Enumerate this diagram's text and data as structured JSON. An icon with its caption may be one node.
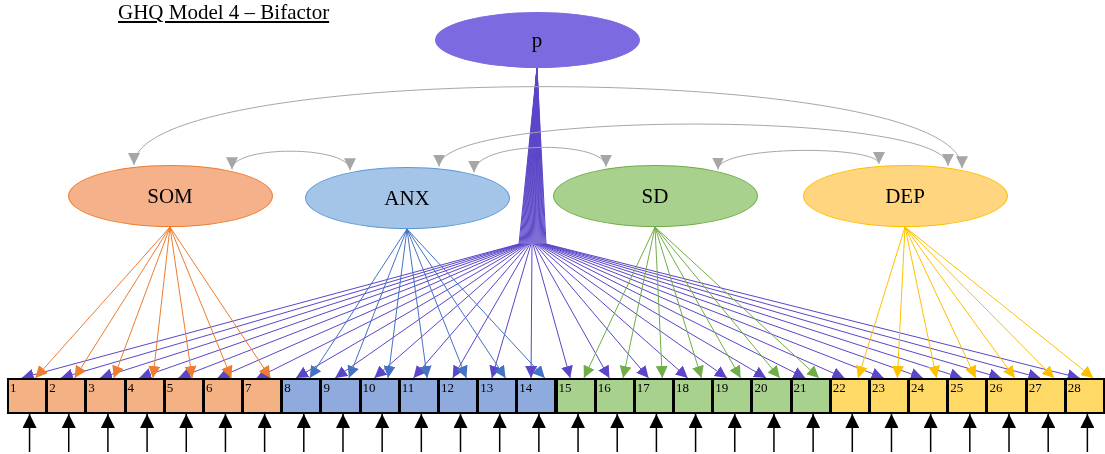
{
  "diagram": {
    "title": "GHQ Model 4 – Bifactor",
    "nodes": [
      {
        "text": [
          "p"
        ]
      },
      {
        "text": [
          "SOM"
        ]
      },
      {
        "text": [
          "ANX"
        ]
      },
      {
        "text": [
          "SD"
        ]
      },
      {
        "text": [
          "DEP"
        ]
      },
      {
        "text": [
          "1"
        ]
      },
      {
        "text": [
          "2"
        ]
      },
      {
        "text": [
          "3"
        ]
      },
      {
        "text": [
          "4"
        ]
      },
      {
        "text": [
          "5"
        ]
      },
      {
        "text": [
          "6"
        ]
      },
      {
        "text": [
          "7"
        ]
      },
      {
        "text": [
          "8"
        ]
      },
      {
        "text": [
          "9"
        ]
      },
      {
        "text": [
          "10"
        ]
      },
      {
        "text": [
          "11"
        ]
      },
      {
        "text": [
          "12"
        ]
      },
      {
        "text": [
          "13"
        ]
      },
      {
        "text": [
          "14"
        ]
      },
      {
        "text": [
          "15"
        ]
      },
      {
        "text": [
          "16"
        ]
      },
      {
        "text": [
          "17"
        ]
      },
      {
        "text": [
          "18"
        ]
      },
      {
        "text": [
          "19"
        ]
      },
      {
        "text": [
          "20"
        ]
      },
      {
        "text": [
          "21"
        ]
      },
      {
        "text": [
          "22"
        ]
      },
      {
        "text": [
          "23"
        ]
      },
      {
        "text": [
          "24"
        ]
      },
      {
        "text": [
          "25"
        ]
      },
      {
        "text": [
          "26"
        ]
      },
      {
        "text": [
          "27"
        ]
      },
      {
        "text": [
          "28"
        ]
      }
    ],
    "edges": [
      {
        "from": 0,
        "to": 5,
        "arrow": "to"
      },
      {
        "from": 0,
        "to": 6,
        "arrow": "to"
      },
      {
        "from": 0,
        "to": 7,
        "arrow": "to"
      },
      {
        "from": 0,
        "to": 8,
        "arrow": "to"
      },
      {
        "from": 0,
        "to": 9,
        "arrow": "to"
      },
      {
        "from": 0,
        "to": 10,
        "arrow": "to"
      },
      {
        "from": 0,
        "to": 11,
        "arrow": "to"
      },
      {
        "from": 0,
        "to": 12,
        "arrow": "to"
      },
      {
        "from": 0,
        "to": 13,
        "arrow": "to"
      },
      {
        "from": 0,
        "to": 14,
        "arrow": "to"
      },
      {
        "from": 0,
        "to": 15,
        "arrow": "to"
      },
      {
        "from": 0,
        "to": 16,
        "arrow": "to"
      },
      {
        "from": 0,
        "to": 17,
        "arrow": "to"
      },
      {
        "from": 0,
        "to": 18,
        "arrow": "to"
      },
      {
        "from": 0,
        "to": 19,
        "arrow": "to"
      },
      {
        "from": 0,
        "to": 20,
        "arrow": "to"
      },
      {
        "from": 0,
        "to": 21,
        "arrow": "to"
      },
      {
        "from": 0,
        "to": 22,
        "arrow": "to"
      },
      {
        "from": 0,
        "to": 23,
        "arrow": "to"
      },
      {
        "from": 0,
        "to": 24,
        "arrow": "to"
      },
      {
        "from": 0,
        "to": 25,
        "arrow": "to"
      },
      {
        "from": 0,
        "to": 26,
        "arrow": "to"
      },
      {
        "from": 0,
        "to": 27,
        "arrow": "to"
      },
      {
        "from": 0,
        "to": 28,
        "arrow": "to"
      },
      {
        "from": 0,
        "to": 29,
        "arrow": "to"
      },
      {
        "from": 0,
        "to": 30,
        "arrow": "to"
      },
      {
        "from": 0,
        "to": 31,
        "arrow": "to"
      },
      {
        "from": 0,
        "to": 32,
        "arrow": "to"
      },
      {
        "from": 1,
        "to": 5,
        "arrow": "to",
        "color": "#ed7d31"
      },
      {
        "from": 1,
        "to": 6,
        "arrow": "to",
        "color": "#ed7d31"
      },
      {
        "from": 1,
        "to": 7,
        "arrow": "to",
        "color": "#ed7d31"
      },
      {
        "from": 1,
        "to": 8,
        "arrow": "to",
        "color": "#ed7d31"
      },
      {
        "from": 1,
        "to": 9,
        "arrow": "to",
        "color": "#ed7d31"
      },
      {
        "from": 1,
        "to": 10,
        "arrow": "to",
        "color": "#ed7d31"
      },
      {
        "from": 1,
        "to": 11,
        "arrow": "to",
        "color": "#ed7d31"
      },
      {
        "from": 2,
        "to": 12,
        "arrow": "to",
        "color": "#4472c4"
      },
      {
        "from": 2,
        "to": 13,
        "arrow": "to",
        "color": "#4472c4"
      },
      {
        "from": 2,
        "to": 14,
        "arrow": "to",
        "color": "#4472c4"
      },
      {
        "from": 2,
        "to": 15,
        "arrow": "to",
        "color": "#4472c4"
      },
      {
        "from": 2,
        "to": 16,
        "arrow": "to",
        "color": "#4472c4"
      },
      {
        "from": 2,
        "to": 17,
        "arrow": "to",
        "color": "#4472c4"
      },
      {
        "from": 2,
        "to": 18,
        "arrow": "to",
        "color": "#4472c4"
      },
      {
        "from": 3,
        "to": 19,
        "arrow": "to",
        "color": "#70ad47"
      },
      {
        "from": 3,
        "to": 20,
        "arrow": "to",
        "color": "#70ad47"
      },
      {
        "from": 3,
        "to": 21,
        "arrow": "to",
        "color": "#70ad47"
      },
      {
        "from": 3,
        "to": 22,
        "arrow": "to",
        "color": "#70ad47"
      },
      {
        "from": 3,
        "to": 23,
        "arrow": "to",
        "color": "#70ad47"
      },
      {
        "from": 3,
        "to": 24,
        "arrow": "to",
        "color": "#70ad47"
      },
      {
        "from": 3,
        "to": 25,
        "arrow": "to",
        "color": "#70ad47"
      },
      {
        "from": 4,
        "to": 26,
        "arrow": "to",
        "color": "#ffc000"
      },
      {
        "from": 4,
        "to": 27,
        "arrow": "to",
        "color": "#ffc000"
      },
      {
        "from": 4,
        "to": 28,
        "arrow": "to",
        "color": "#ffc000"
      },
      {
        "from": 4,
        "to": 29,
        "arrow": "to",
        "color": "#ffc000"
      },
      {
        "from": 4,
        "to": 30,
        "arrow": "to",
        "color": "#ffc000"
      },
      {
        "from": 4,
        "to": 31,
        "arrow": "to",
        "color": "#ffc000"
      },
      {
        "from": 4,
        "to": 32,
        "arrow": "to",
        "color": "#ffc000"
      },
      {
        "from": 1,
        "to": 4,
        "arrow": "both",
        "color": "#a6a6a6"
      },
      {
        "from": 1,
        "to": 2,
        "arrow": "both",
        "color": "#a6a6a6"
      },
      {
        "from": 2,
        "to": 4,
        "arrow": "both",
        "color": "#a6a6a6"
      },
      {
        "from": 2,
        "to": 3,
        "arrow": "both",
        "color": "#a6a6a6"
      },
      {
        "from": 3,
        "to": 4,
        "arrow": "both",
        "color": "#a6a6a6"
      },
      {
        "from": null,
        "to": 5,
        "arrow": "to",
        "color": "#000000"
      },
      {
        "from": null,
        "to": 6,
        "arrow": "to",
        "color": "#000000"
      },
      {
        "from": null,
        "to": 7,
        "arrow": "to",
        "color": "#000000"
      },
      {
        "from": null,
        "to": 8,
        "arrow": "to",
        "color": "#000000"
      },
      {
        "from": null,
        "to": 9,
        "arrow": "to",
        "color": "#000000"
      },
      {
        "from": null,
        "to": 10,
        "arrow": "to",
        "color": "#000000"
      },
      {
        "from": null,
        "to": 11,
        "arrow": "to",
        "color": "#000000"
      },
      {
        "from": null,
        "to": 12,
        "arrow": "to",
        "color": "#000000"
      },
      {
        "from": null,
        "to": 13,
        "arrow": "to",
        "color": "#000000"
      },
      {
        "from": null,
        "to": 14,
        "arrow": "to",
        "color": "#000000"
      },
      {
        "from": null,
        "to": 15,
        "arrow": "to",
        "color": "#000000"
      },
      {
        "from": null,
        "to": 16,
        "arrow": "to",
        "color": "#000000"
      },
      {
        "from": null,
        "to": 17,
        "arrow": "to",
        "color": "#000000"
      },
      {
        "from": null,
        "to": 18,
        "arrow": "to",
        "color": "#000000"
      },
      {
        "from": null,
        "to": 19,
        "arrow": "to",
        "color": "#000000"
      },
      {
        "from": null,
        "to": 20,
        "arrow": "to",
        "color": "#000000"
      },
      {
        "from": null,
        "to": 21,
        "arrow": "to",
        "color": "#000000"
      },
      {
        "from": null,
        "to": 22,
        "arrow": "to",
        "color": "#000000"
      },
      {
        "from": null,
        "to": 23,
        "arrow": "to",
        "color": "#000000"
      },
      {
        "from": null,
        "to": 24,
        "arrow": "to",
        "color": "#000000"
      },
      {
        "from": null,
        "to": 25,
        "arrow": "to",
        "color": "#000000"
      },
      {
        "from": null,
        "to": 26,
        "arrow": "to",
        "color": "#000000"
      },
      {
        "from": null,
        "to": 27,
        "arrow": "to",
        "color": "#000000"
      },
      {
        "from": null,
        "to": 28,
        "arrow": "to",
        "color": "#000000"
      },
      {
        "from": null,
        "to": 29,
        "arrow": "to",
        "color": "#000000"
      },
      {
        "from": null,
        "to": 30,
        "arrow": "to",
        "color": "#000000"
      },
      {
        "from": null,
        "to": 31,
        "arrow": "to",
        "color": "#000000"
      },
      {
        "from": null,
        "to": 32,
        "arrow": "to",
        "color": "#000000"
      }
    ]
  }
}
